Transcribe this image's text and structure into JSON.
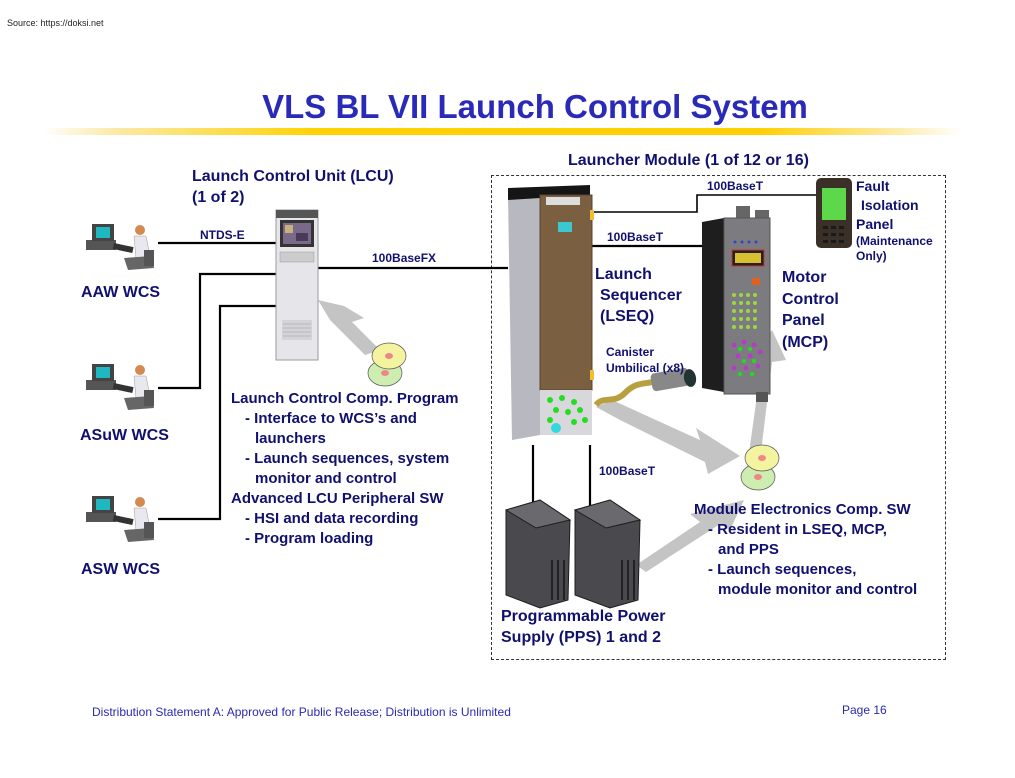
{
  "source_note": "Source: https://doksi.net",
  "title": "VLS BL VII Launch Control System",
  "colors": {
    "title": "#2a2ab8",
    "label_text": "#10106e",
    "title_rule": "#ffd200",
    "software_arrow": "#c4c4c4",
    "connection_line": "#000000"
  },
  "workstations": [
    {
      "label": "AAW WCS",
      "icon": "operator-workstation-icon"
    },
    {
      "label": "ASuW WCS",
      "icon": "operator-workstation-icon"
    },
    {
      "label": "ASW WCS",
      "icon": "operator-workstation-icon"
    }
  ],
  "lcu": {
    "label_line1": "Launch Control Unit (LCU)",
    "label_line2": "(1 of 2)",
    "icon": "equipment-cabinet-icon"
  },
  "links": {
    "ntds": "NTDS-E",
    "lcu_to_lseq": "100BaseFX",
    "lseq_to_fip": "100BaseT",
    "lseq_to_mcp": "100BaseT",
    "lseq_to_pps": "100BaseT"
  },
  "launcher_module": {
    "label": "Launcher Module (1 of 12 or 16)"
  },
  "lseq": {
    "lines": [
      "Launch",
      "Sequencer",
      "(LSEQ)"
    ]
  },
  "mcp": {
    "lines": [
      "Motor",
      "Control",
      "Panel",
      "(MCP)"
    ]
  },
  "fault_panel": {
    "lines": [
      "Fault",
      "Isolation",
      "Panel"
    ],
    "note_lines": [
      "(Maintenance",
      "Only)"
    ]
  },
  "canister": {
    "lines": [
      "Canister",
      "Umbilical (x8)"
    ]
  },
  "pps": {
    "lines": [
      "Programmable Power",
      "Supply (PPS) 1 and 2"
    ]
  },
  "lcu_software": {
    "heading": "Launch Control Comp. Program",
    "items": [
      "- Interface to WCS’s and",
      "launchers",
      "- Launch sequences, system",
      "monitor and control"
    ],
    "heading2": "Advanced LCU Peripheral SW",
    "items2": [
      "- HSI and data recording",
      "- Program loading"
    ]
  },
  "module_software": {
    "heading": "Module Electronics Comp. SW",
    "items": [
      "- Resident in LSEQ, MCP,",
      "and PPS",
      "- Launch sequences,",
      "module monitor and control"
    ]
  },
  "footer": {
    "distribution": "Distribution Statement A: Approved for Public Release; Distribution is Unlimited",
    "page": "Page 16"
  }
}
